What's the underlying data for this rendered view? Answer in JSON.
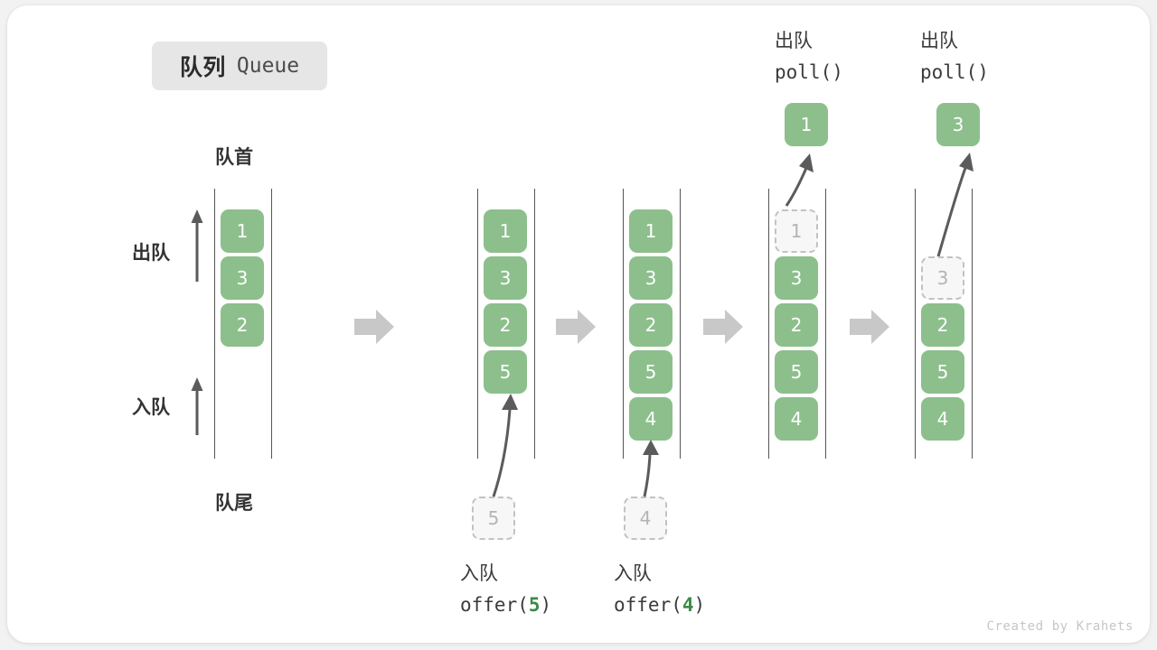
{
  "meta": {
    "watermark": "Created by Krahets",
    "colors": {
      "cell_green": "#8cbf8c",
      "ghost_fill": "#f7f7f7",
      "ghost_border": "#c2c2c2",
      "rail": "#555555",
      "step_arrow": "#c8c8c8",
      "thin_arrow": "#5b5b5b",
      "title_pill_bg": "#e6e6e6",
      "text_dark": "#333333",
      "accent_green_text": "#3c8a46"
    }
  },
  "title": {
    "cn": "队列",
    "en": "Queue"
  },
  "labels": {
    "head": "队首",
    "tail": "队尾",
    "dequeue": "出队",
    "enqueue": "入队"
  },
  "stages": [
    {
      "id": "initial",
      "cells": [
        "1",
        "3",
        "2"
      ],
      "ghost_index": -1,
      "side_labels": [
        "出队",
        "入队"
      ],
      "head_label": "队首",
      "tail_label": "队尾"
    },
    {
      "id": "after-offer-5",
      "cells": [
        "1",
        "3",
        "2",
        "5"
      ],
      "incoming_value": "5",
      "caption_cn": "入队",
      "caption_code_prefix": "offer(",
      "caption_code_arg": "5",
      "caption_code_suffix": ")"
    },
    {
      "id": "after-offer-4",
      "cells": [
        "1",
        "3",
        "2",
        "5",
        "4"
      ],
      "incoming_value": "4",
      "caption_cn": "入队",
      "caption_code_prefix": "offer(",
      "caption_code_arg": "4",
      "caption_code_suffix": ")"
    },
    {
      "id": "after-poll-1",
      "cells": [
        "1",
        "3",
        "2",
        "5",
        "4"
      ],
      "removed_index": 0,
      "popped_value": "1",
      "caption_cn": "出队",
      "caption_code": "poll()"
    },
    {
      "id": "after-poll-3",
      "cells": [
        "3",
        "2",
        "5",
        "4"
      ],
      "removed_index": 0,
      "popped_value": "3",
      "caption_cn": "出队",
      "caption_code": "poll()"
    }
  ]
}
